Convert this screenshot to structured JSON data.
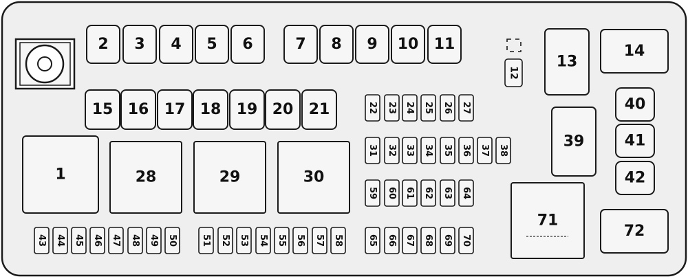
{
  "colors": {
    "background": "#ffffff",
    "panel_fill": "#efefef",
    "fuse_fill": "#f6f6f6",
    "stroke": "#1a1a1a"
  },
  "fuses": {
    "f1": "1",
    "f2": "2",
    "f3": "3",
    "f4": "4",
    "f5": "5",
    "f6": "6",
    "f7": "7",
    "f8": "8",
    "f9": "9",
    "f10": "10",
    "f11": "11",
    "f12": "12",
    "f13": "13",
    "f14": "14",
    "f15": "15",
    "f16": "16",
    "f17": "17",
    "f18": "18",
    "f19": "19",
    "f20": "20",
    "f21": "21",
    "f22": "22",
    "f23": "23",
    "f24": "24",
    "f25": "25",
    "f26": "26",
    "f27": "27",
    "f28": "28",
    "f29": "29",
    "f30": "30",
    "f31": "31",
    "f32": "32",
    "f33": "33",
    "f34": "34",
    "f35": "35",
    "f36": "36",
    "f37": "37",
    "f38": "38",
    "f39": "39",
    "f40": "40",
    "f41": "41",
    "f42": "42",
    "f43": "43",
    "f44": "44",
    "f45": "45",
    "f46": "46",
    "f47": "47",
    "f48": "48",
    "f49": "49",
    "f50": "50",
    "f51": "51",
    "f52": "52",
    "f53": "53",
    "f54": "54",
    "f55": "55",
    "f56": "56",
    "f57": "57",
    "f58": "58",
    "f59": "59",
    "f60": "60",
    "f61": "61",
    "f62": "62",
    "f63": "63",
    "f64": "64",
    "f65": "65",
    "f66": "66",
    "f67": "67",
    "f68": "68",
    "f69": "69",
    "f70": "70",
    "f71": "71",
    "f72": "72"
  }
}
